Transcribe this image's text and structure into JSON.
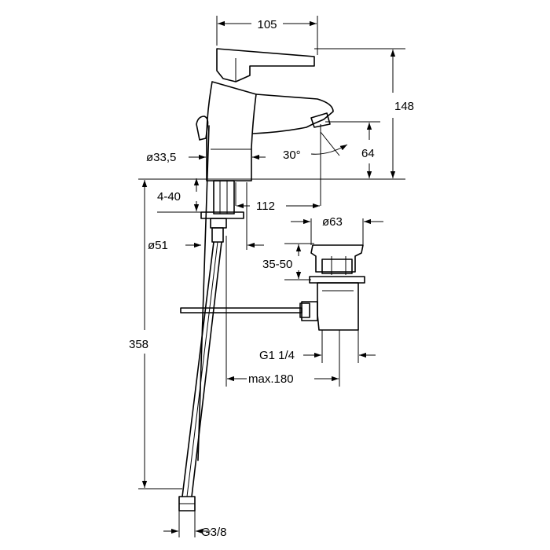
{
  "drawing": {
    "dimensions": {
      "width_top": "105",
      "height_total": "148",
      "spout_height": "64",
      "spout_angle": "30°",
      "body_diameter": "ø33,5",
      "deck_thickness": "4-40",
      "spout_reach": "112",
      "waste_diameter": "ø63",
      "base_diameter": "ø51",
      "basin_thickness": "35-50",
      "below_height": "358",
      "waste_thread": "G1  1/4",
      "waste_reach": "max.180",
      "hose_thread": "G3/8"
    },
    "colors": {
      "line": "#000000",
      "background": "#ffffff"
    }
  }
}
